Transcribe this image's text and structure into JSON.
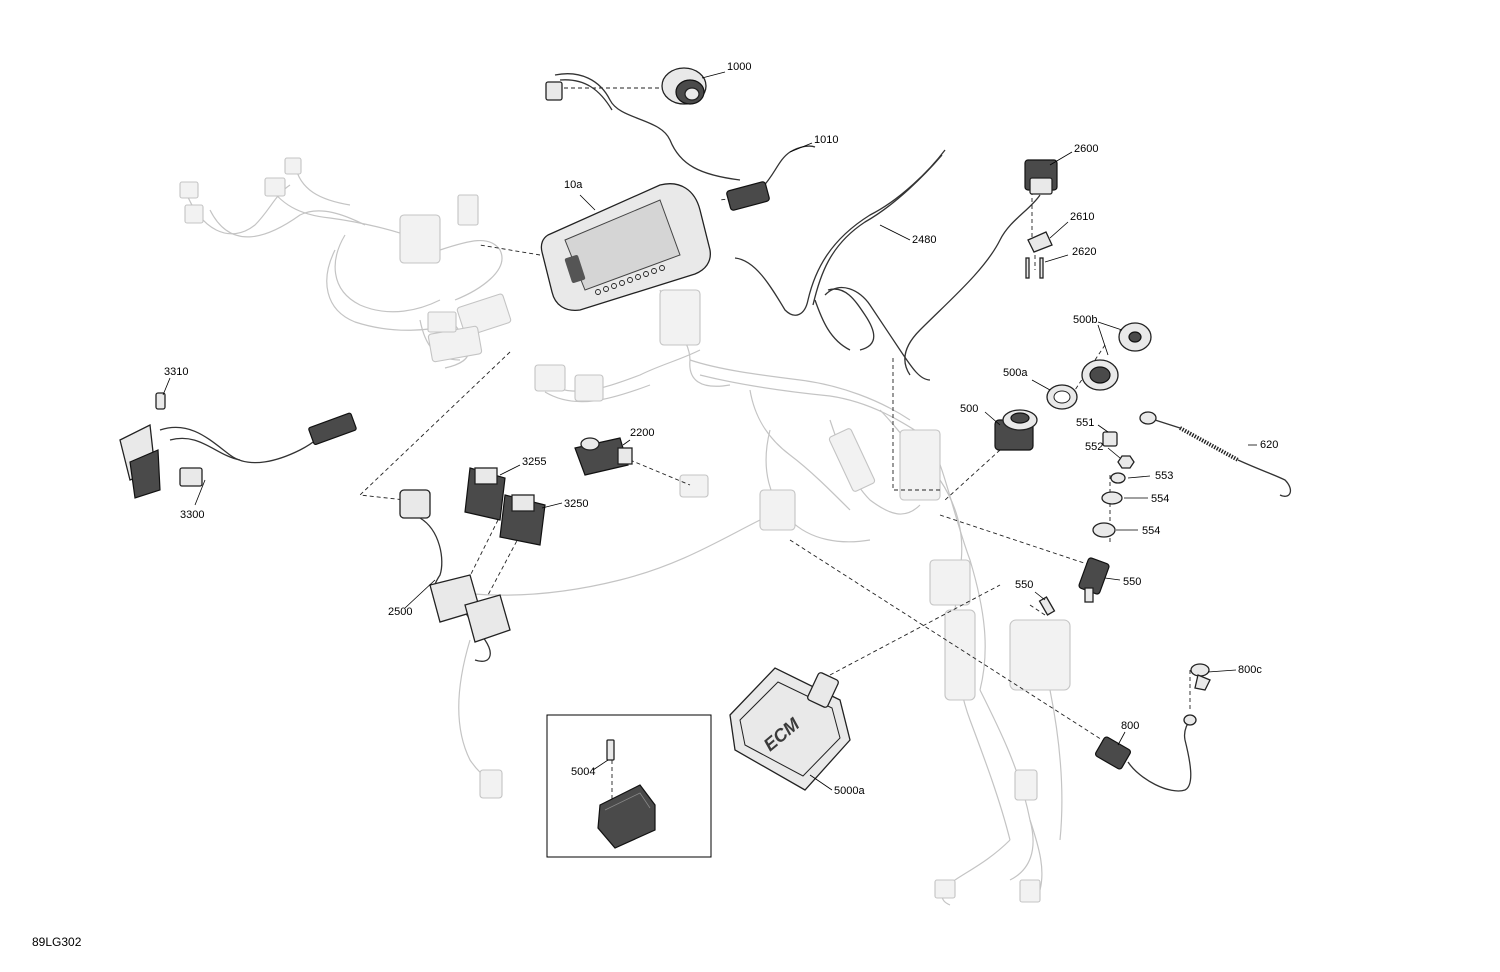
{
  "figure_id": "89LG302",
  "callouts": {
    "c1000": "1000",
    "c1010": "1010",
    "c10a": "10a",
    "c2480": "2480",
    "c2600": "2600",
    "c2610": "2610",
    "c2620": "2620",
    "c500b": "500b",
    "c500a": "500a",
    "c500": "500",
    "c551": "551",
    "c552": "552",
    "c553": "553",
    "c620": "620",
    "c554a": "554",
    "c554b": "554",
    "c550a": "550",
    "c550b": "550",
    "c3310": "3310",
    "c3300": "3300",
    "c2200": "2200",
    "c3255": "3255",
    "c3250": "3250",
    "c2500": "2500",
    "c800c": "800c",
    "c800": "800",
    "c5004": "5004",
    "c5000a": "5000a"
  },
  "ecm_label": "ECM",
  "colors": {
    "ink": "#000000",
    "ghost": "#c4c4c4",
    "part_fill": "#e9e9e9"
  }
}
